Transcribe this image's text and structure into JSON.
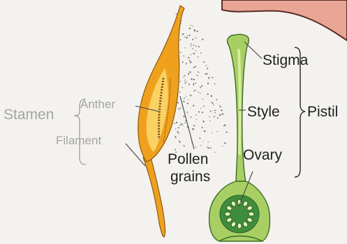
{
  "labels": {
    "stamen": "Stamen",
    "anther": "Anther",
    "filament": "Filament",
    "pollen_line1": "Pollen",
    "pollen_line2": "grains",
    "stigma": "Stigma",
    "style": "Style",
    "ovary": "Ovary",
    "pistil": "Pistil"
  },
  "colors": {
    "background": "#f4f2ee",
    "stamen_orange": "#efa11e",
    "stamen_highlight": "#fbd66a",
    "pistil_green": "#a8cf63",
    "pistil_light": "#d7eb9e",
    "ovary_dark": "#3f8d3c",
    "petal_pink": "#e9a596",
    "text_dark": "#1f1f1f",
    "text_faded": "#a4a4a4"
  }
}
